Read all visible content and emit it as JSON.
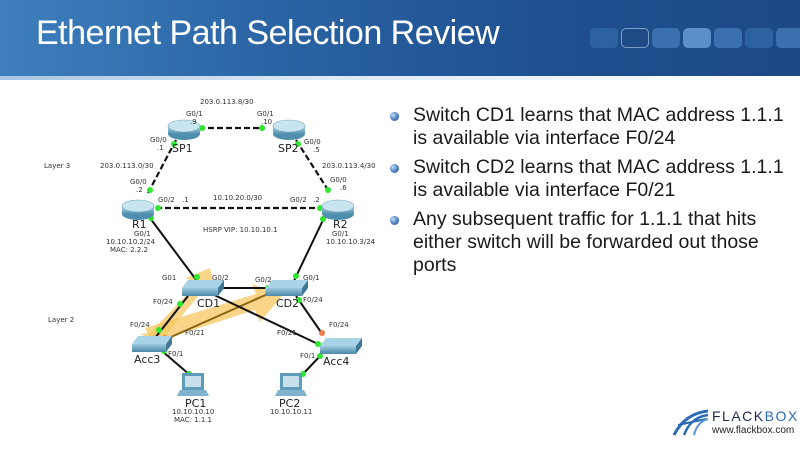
{
  "slide": {
    "title": "Ethernet Path Selection Review",
    "nav_blocks": [
      "block-1",
      "block-2",
      "block-3",
      "block-4",
      "block-5",
      "block-6",
      "block-7"
    ]
  },
  "diagram": {
    "layer3_label": "Layer 3",
    "layer2_label": "Layer 2",
    "devices": {
      "sp1": "SP1",
      "sp2": "SP2",
      "r1": "R1",
      "r2": "R2",
      "cd1": "CD1",
      "cd2": "CD2",
      "acc3": "Acc3",
      "acc4": "Acc4",
      "pc1": "PC1",
      "pc2": "PC2"
    },
    "subnets": {
      "sp1_sp2": "203.0.113.8/30",
      "sp1_r1": "203.0.113.0/30",
      "sp2_r2": "203.0.113.4/30",
      "r1_r2": "10.10.20.0/30"
    },
    "hsrp_vip": "HSRP VIP: 10.10.10.1",
    "interfaces": {
      "sp1_g01": "G0/1",
      "sp1_g01_ip": ".9",
      "sp2_g01": "G0/1",
      "sp2_g01_ip": ".10",
      "sp1_g00": "G0/0",
      "sp1_g00_ip": ".1",
      "sp2_g00": "G0/0",
      "sp2_g00_ip": ".5",
      "r1_g00": "G0/0",
      "r1_g00_ip": ".2",
      "r2_g00": "G0/0",
      "r2_g00_ip": ".6",
      "r1_g02": "G0/2",
      "r1_g02_ip": ".1",
      "r2_g02": "G0/2",
      "r2_g02_ip": ".2",
      "r1_g01": "G0/1",
      "r1_ip": "10.10.10.2/24",
      "r1_mac": "MAC: 2.2.2",
      "r2_g01": "G0/1",
      "r2_ip": "10.10.10.3/24",
      "cd1_g01": "G01",
      "cd1_g02": "G0/2",
      "cd2_g02": "G0/2",
      "cd2_g01": "G0/1",
      "cd1_f024": "F0/24",
      "cd2_f024": "F0/24",
      "acc3_f024": "F0/24",
      "acc3_f021": "F0/21",
      "acc4_f021": "F0/21",
      "acc4_f024": "F0/24",
      "acc3_f01": "F0/1",
      "acc4_f01": "F0/1"
    },
    "pc1_ip": "10.10.10.10",
    "pc1_mac": "MAC: 1.1.1",
    "pc2_ip": "10.10.10.11",
    "colors": {
      "link_up": "#2ee82e",
      "link_blocked": "#f07a4a",
      "arrow": "#f6c761",
      "device": "#6aa6c2"
    }
  },
  "bullets": [
    "Switch CD1 learns that MAC address 1.1.1 is available via interface F0/24",
    "Switch CD2 learns that MAC address 1.1.1 is available via interface F0/21",
    "Any subsequent traffic for 1.1.1 that hits either switch will be forwarded out those ports"
  ],
  "logo": {
    "brand_main": "FLACK",
    "brand_accent": "BOX",
    "url": "www.flackbox.com"
  }
}
